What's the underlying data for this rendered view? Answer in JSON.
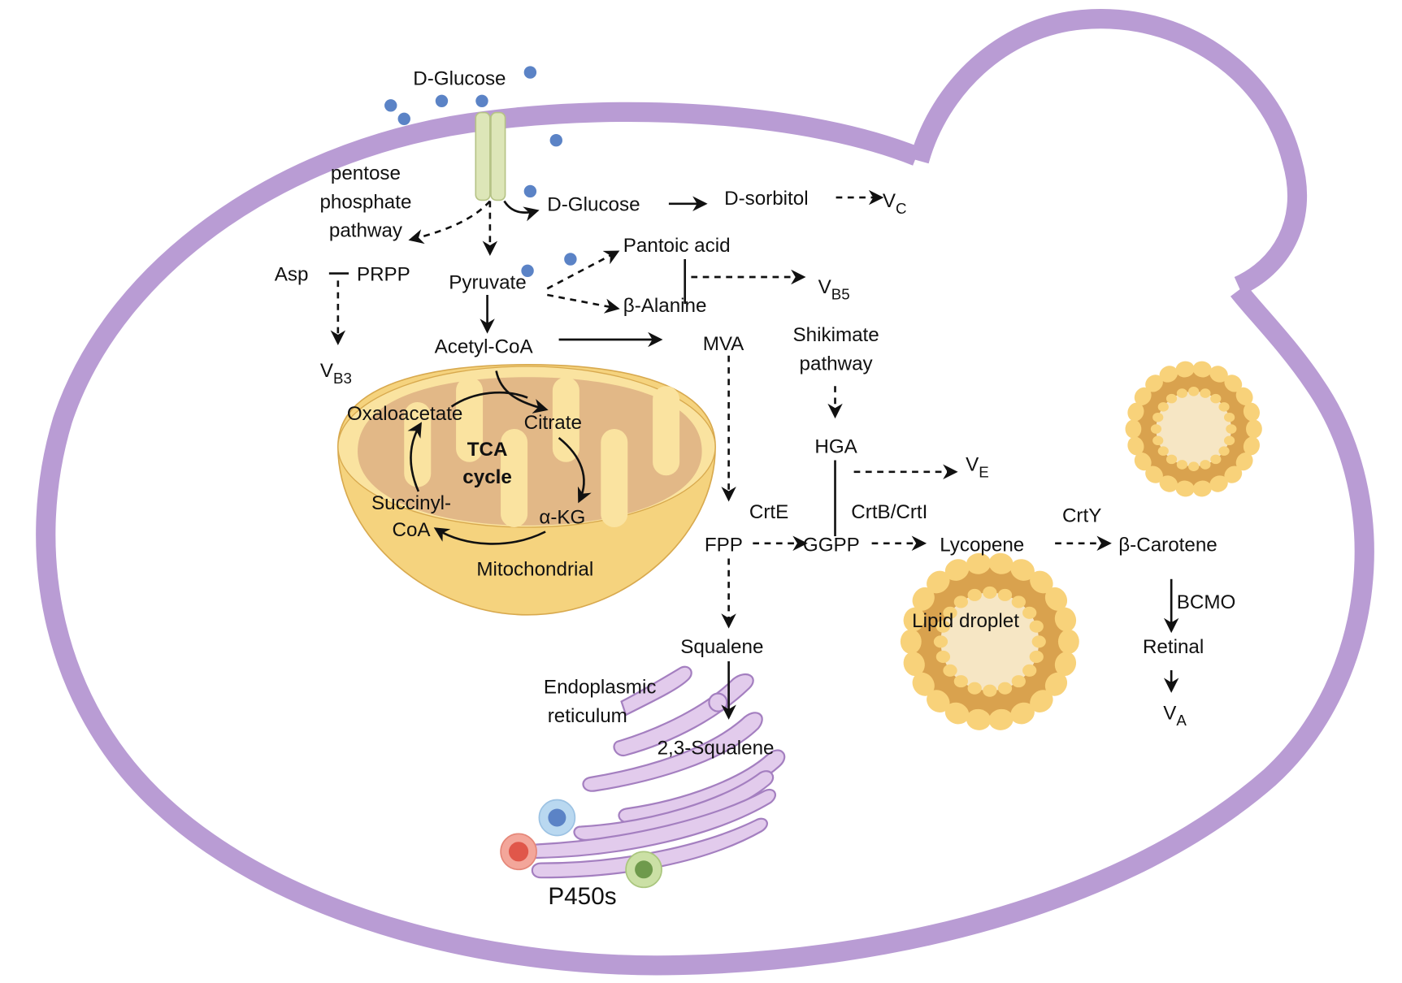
{
  "title": "Vitamin biosynthesis pathways in a yeast cell",
  "colors": {
    "membrane": "#b99cd4",
    "glucose_dot": "#5b83c6",
    "transporter": "#dde6b8",
    "mitochondria_outer": "#f5d37e",
    "mitochondria_inner": "#e2b887",
    "lipid_head": "#f8d27a",
    "lipid_band": "#d9a24e",
    "lipid_core": "#f6e6c4",
    "er_fill": "#e2cbec",
    "er_stroke": "#a47fc0",
    "p450_red": "#e0574a",
    "p450_blue": "#5b83c6",
    "p450_green": "#6f9a4c"
  },
  "organelles": {
    "mitochondria": "Mitochondrial",
    "er_line1": "Endoplasmic",
    "er_line2": "reticulum",
    "lipid_droplet": "Lipid droplet",
    "p450": "P450s"
  },
  "metabolites": {
    "glucose_out": "D-Glucose",
    "glucose_in": "D-Glucose",
    "sorbitol": "D-sorbitol",
    "ppp_line1": "pentose",
    "ppp_line2": "phosphate",
    "ppp_line3": "pathway",
    "asp": "Asp",
    "prpp": "PRPP",
    "pyruvate": "Pyruvate",
    "pantoic": "Pantoic acid",
    "alanine": "β-Alanine",
    "acetyl_coa": "Acetyl-CoA",
    "mva": "MVA",
    "shikimate_line1": "Shikimate",
    "shikimate_line2": "pathway",
    "hga": "HGA",
    "oxaloacetate": "Oxaloacetate",
    "citrate": "Citrate",
    "akg": "α-KG",
    "succinyl_line1": "Succinyl-",
    "succinyl_line2": "CoA",
    "tca_line1": "TCA",
    "tca_line2": "cycle",
    "fpp": "FPP",
    "ggpp": "GGPP",
    "lycopene": "Lycopene",
    "carotene": "β-Carotene",
    "retinal": "Retinal",
    "squalene": "Squalene",
    "squalene23": "2,3-Squalene"
  },
  "vitamins": {
    "vc": {
      "main": "V",
      "sub": "C"
    },
    "vb3": {
      "main": "V",
      "sub": "B3"
    },
    "vb5": {
      "main": "V",
      "sub": "B5"
    },
    "ve": {
      "main": "V",
      "sub": "E"
    },
    "va": {
      "main": "V",
      "sub": "A"
    }
  },
  "enzymes": {
    "crte": "CrtE",
    "crtbi": "CrtB/CrtI",
    "crty": "CrtY",
    "bcmo": "BCMO"
  }
}
